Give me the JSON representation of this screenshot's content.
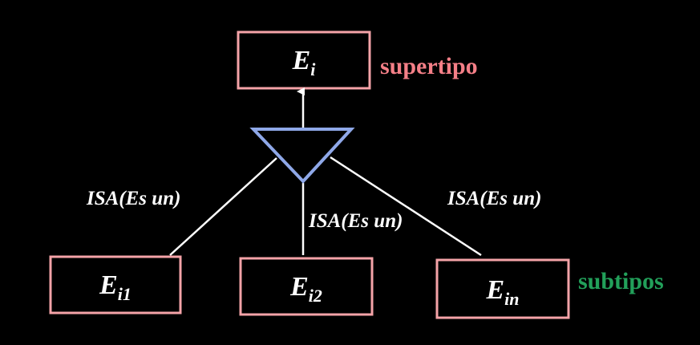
{
  "colors": {
    "background": "#000000",
    "entity_border": "#f5a3a8",
    "isa_triangle": "#8fa8e8",
    "connector": "#ffffff",
    "text": "#ffffff",
    "supertype_label": "#f47f87",
    "subtype_label": "#22a05a"
  },
  "supertype": {
    "main": "E",
    "sub": "i",
    "role_label": "supertipo"
  },
  "isa_labels": {
    "left": "ISA(Es un)",
    "center": "ISA(Es un)",
    "right": "ISA(Es un)"
  },
  "subtypes": [
    {
      "main": "E",
      "sub": "i1"
    },
    {
      "main": "E",
      "sub": "i2"
    },
    {
      "main": "E",
      "sub": "in"
    }
  ],
  "subtype_role_label": "subtipos"
}
